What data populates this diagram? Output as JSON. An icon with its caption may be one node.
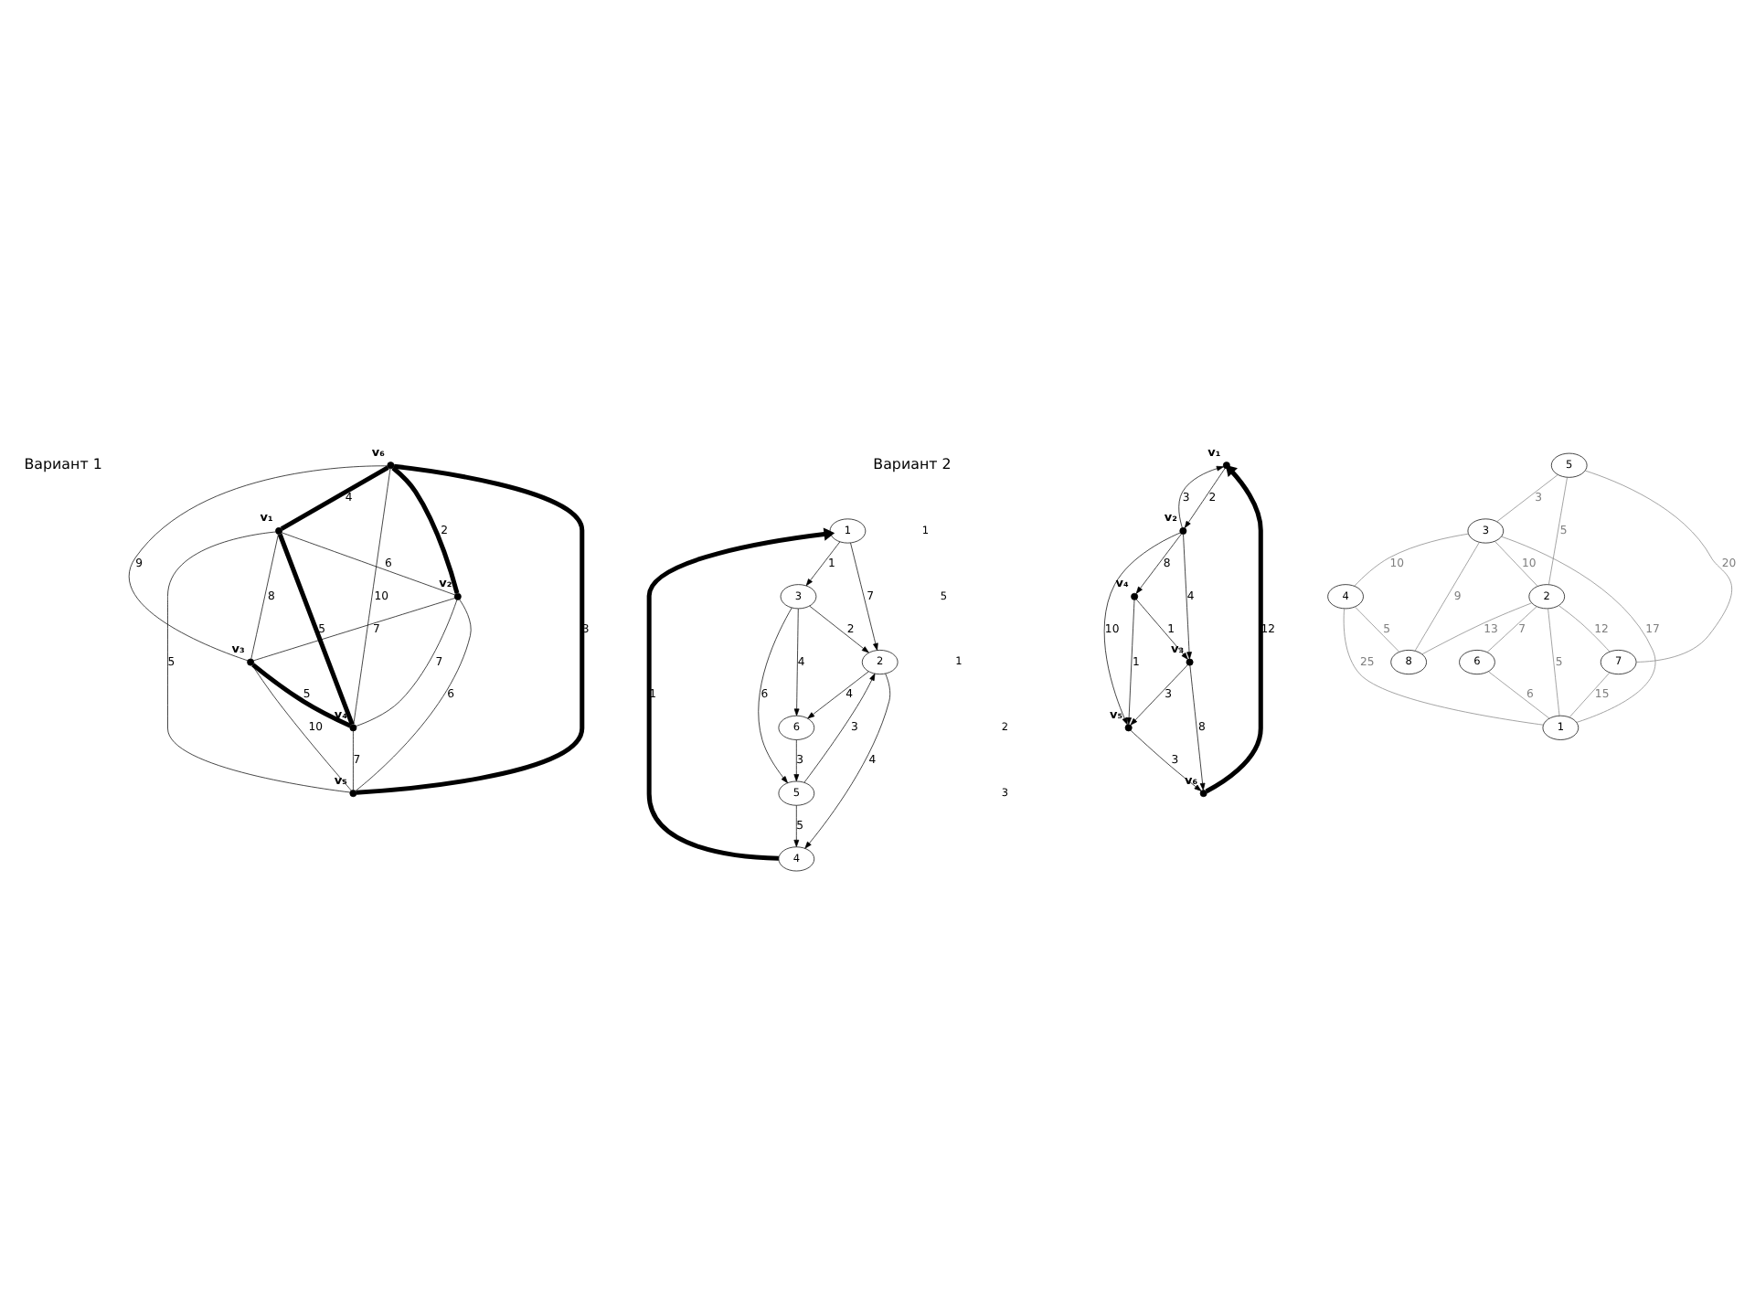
{
  "diagram": {
    "nodes": [
      {
        "text": [],
        "shape": "dot",
        "beside": [
          "v₁"
        ]
      },
      {
        "text": [],
        "shape": "dot",
        "beside": [
          "v₂"
        ]
      },
      {
        "text": [],
        "shape": "dot",
        "beside": [
          "v₃"
        ]
      },
      {
        "text": [],
        "shape": "dot",
        "beside": [
          "v₄"
        ]
      },
      {
        "text": [],
        "shape": "dot",
        "beside": [
          "v₅"
        ]
      },
      {
        "text": [],
        "shape": "dot",
        "beside": [
          "v₆"
        ]
      },
      {
        "text": [
          "1"
        ]
      },
      {
        "text": [
          "2"
        ]
      },
      {
        "text": [
          "3"
        ]
      },
      {
        "text": [
          "4"
        ]
      },
      {
        "text": [
          "5"
        ]
      },
      {
        "text": [
          "6"
        ]
      },
      {
        "text": [],
        "shape": "dot",
        "beside": [
          "v₁"
        ]
      },
      {
        "text": [],
        "shape": "dot",
        "beside": [
          "v₂"
        ]
      },
      {
        "text": [],
        "shape": "dot",
        "beside": [
          "v₃"
        ]
      },
      {
        "text": [],
        "shape": "dot",
        "beside": [
          "v₄"
        ]
      },
      {
        "text": [],
        "shape": "dot",
        "beside": [
          "v₅"
        ]
      },
      {
        "text": [],
        "shape": "dot",
        "beside": [
          "v₆"
        ]
      },
      {
        "text": [
          "1"
        ]
      },
      {
        "text": [
          "2"
        ]
      },
      {
        "text": [
          "3"
        ]
      },
      {
        "text": [
          "4"
        ]
      },
      {
        "text": [
          "5"
        ]
      },
      {
        "text": [
          "6"
        ]
      },
      {
        "text": [
          "7"
        ]
      },
      {
        "text": [
          "8"
        ]
      }
    ],
    "edges": [
      {
        "from": 5,
        "to": 0,
        "arrow": "none",
        "label": "4",
        "style": "thick"
      },
      {
        "from": 5,
        "to": 1,
        "arrow": "none",
        "label": "2",
        "style": "thick"
      },
      {
        "from": 5,
        "to": 2,
        "arrow": "none",
        "label": "9"
      },
      {
        "from": 5,
        "to": 3,
        "arrow": "none",
        "label": "10"
      },
      {
        "from": 5,
        "to": 4,
        "arrow": "none",
        "label": "3",
        "style": "thick"
      },
      {
        "from": 0,
        "to": 1,
        "arrow": "none",
        "label": "6"
      },
      {
        "from": 0,
        "to": 2,
        "arrow": "none",
        "label": "8"
      },
      {
        "from": 0,
        "to": 3,
        "arrow": "none",
        "label": "5",
        "style": "thick"
      },
      {
        "from": 0,
        "to": 4,
        "arrow": "none",
        "label": "5"
      },
      {
        "from": 1,
        "to": 2,
        "arrow": "none",
        "label": "7"
      },
      {
        "from": 1,
        "to": 3,
        "arrow": "none",
        "label": "7"
      },
      {
        "from": 1,
        "to": 4,
        "arrow": "none",
        "label": "6"
      },
      {
        "from": 2,
        "to": 3,
        "arrow": "none",
        "label": "5",
        "style": "thick"
      },
      {
        "from": 2,
        "to": 4,
        "arrow": "none",
        "label": "10"
      },
      {
        "from": 3,
        "to": 4,
        "arrow": "none",
        "label": "7"
      },
      {
        "from": 6,
        "to": 7,
        "arrow": "to",
        "label": "7"
      },
      {
        "from": 7,
        "to": 9,
        "arrow": "to",
        "label": "4"
      },
      {
        "from": 10,
        "to": 9,
        "arrow": "to",
        "label": "5"
      },
      {
        "from": 10,
        "to": 7,
        "arrow": "to",
        "label": "3"
      },
      {
        "from": 9,
        "to": 6,
        "arrow": "to",
        "label": "1",
        "style": "thick"
      },
      {
        "from": 8,
        "to": 7,
        "arrow": "to",
        "label": "2"
      },
      {
        "from": 7,
        "to": 11,
        "arrow": "to",
        "label": "4"
      },
      {
        "from": 6,
        "to": 8,
        "arrow": "to",
        "label": "1"
      },
      {
        "from": 8,
        "to": 10,
        "arrow": "to",
        "label": "6"
      },
      {
        "from": 8,
        "to": 11,
        "arrow": "to",
        "label": "4"
      },
      {
        "from": 11,
        "to": 10,
        "arrow": "to",
        "label": "3"
      },
      {
        "from": 13,
        "to": 12,
        "arrow": "to",
        "label": "3"
      },
      {
        "from": 12,
        "to": 13,
        "arrow": "to",
        "label": "2"
      },
      {
        "from": 13,
        "to": 14,
        "arrow": "to",
        "label": "4"
      },
      {
        "from": 13,
        "to": 16,
        "arrow": "to",
        "label": "10"
      },
      {
        "from": 13,
        "to": 15,
        "arrow": "to",
        "label": "8"
      },
      {
        "from": 15,
        "to": 14,
        "arrow": "to",
        "label": "1"
      },
      {
        "from": 14,
        "to": 16,
        "arrow": "to",
        "label": "3"
      },
      {
        "from": 14,
        "to": 17,
        "arrow": "to",
        "label": "8"
      },
      {
        "from": 17,
        "to": 12,
        "arrow": "to",
        "label": "12",
        "style": "thick"
      },
      {
        "from": 15,
        "to": 16,
        "arrow": "to",
        "label": "1"
      },
      {
        "from": 16,
        "to": 17,
        "arrow": "to",
        "label": "3"
      },
      {
        "from": 22,
        "to": 20,
        "arrow": "none",
        "label": "3",
        "color": "#808080"
      },
      {
        "from": 22,
        "to": 19,
        "arrow": "none",
        "label": "5",
        "color": "#808080"
      },
      {
        "from": 22,
        "to": 24,
        "arrow": "none",
        "label": "20",
        "color": "#808080"
      },
      {
        "from": 20,
        "to": 19,
        "arrow": "none",
        "label": "10",
        "color": "#808080"
      },
      {
        "from": 19,
        "to": 24,
        "arrow": "none",
        "label": "12",
        "color": "#808080"
      },
      {
        "from": 20,
        "to": 21,
        "arrow": "none",
        "label": "10",
        "color": "#808080"
      },
      {
        "from": 20,
        "to": 25,
        "arrow": "none",
        "label": "9",
        "color": "#808080"
      },
      {
        "from": 20,
        "to": 18,
        "arrow": "none",
        "label": "17",
        "color": "#808080"
      },
      {
        "from": 19,
        "to": 25,
        "arrow": "none",
        "label": "13",
        "color": "#808080"
      },
      {
        "from": 19,
        "to": 23,
        "arrow": "none",
        "label": "7",
        "color": "#808080"
      },
      {
        "from": 19,
        "to": 18,
        "arrow": "none",
        "label": "5",
        "color": "#808080"
      },
      {
        "from": 21,
        "to": 25,
        "arrow": "none",
        "label": "5",
        "color": "#808080"
      },
      {
        "from": 21,
        "to": 18,
        "arrow": "none",
        "label": "25",
        "color": "#808080"
      },
      {
        "from": 23,
        "to": 18,
        "arrow": "none",
        "label": "6",
        "color": "#808080"
      },
      {
        "from": 24,
        "to": 18,
        "arrow": "none",
        "label": "15",
        "color": "#808080"
      }
    ],
    "labels": [
      "Вариант 1",
      "Вариант 2",
      "1",
      "5",
      "1",
      "2",
      "3"
    ]
  }
}
